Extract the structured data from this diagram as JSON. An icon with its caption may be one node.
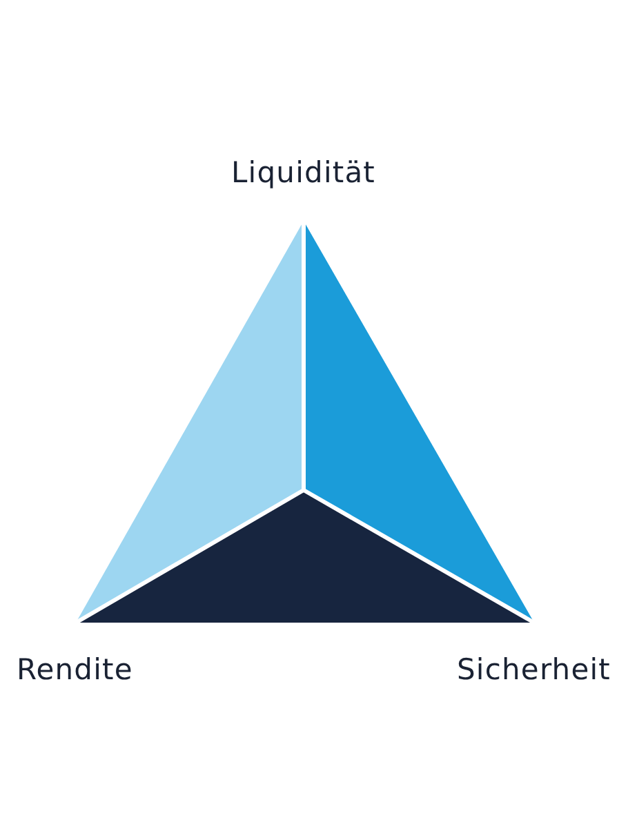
{
  "diagram": {
    "labels": [
      "Liquidität",
      "Rendite",
      "Sicherheit"
    ]
  }
}
